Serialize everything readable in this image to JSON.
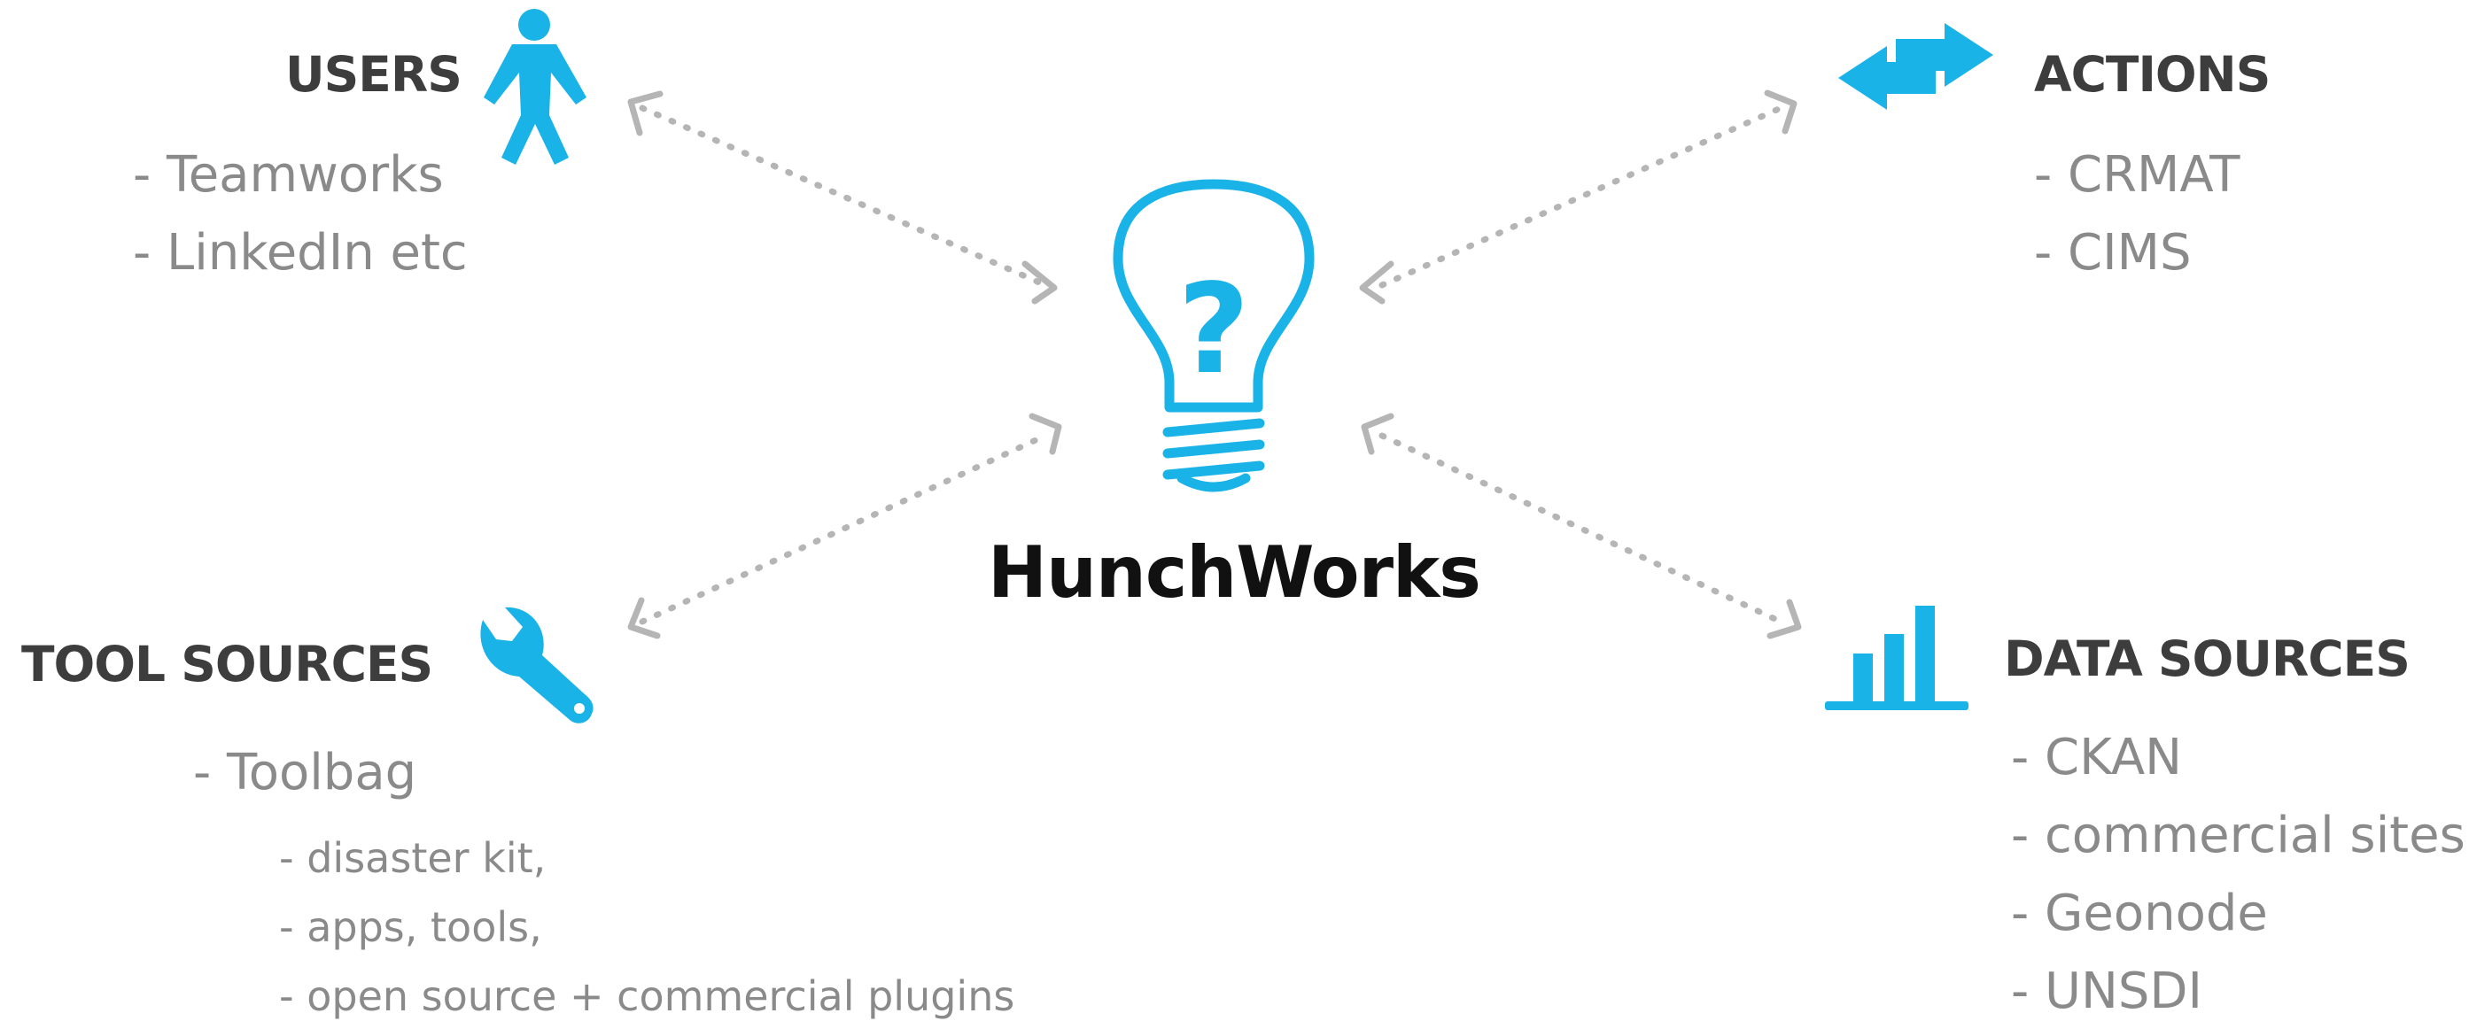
{
  "center": {
    "title": "HunchWorks",
    "icon": "lightbulb-question-icon"
  },
  "colors": {
    "accent": "#1ab3e8",
    "heading": "#3d3d3d",
    "item": "#8a8a8a",
    "arrow": "#b5b5b5",
    "title": "#111111"
  },
  "users": {
    "heading": "USERS",
    "icon": "person-icon",
    "items": [
      "- Teamworks",
      "- LinkedIn etc"
    ]
  },
  "actions": {
    "heading": "ACTIONS",
    "icon": "exchange-arrows-icon",
    "items": [
      "- CRMAT",
      "- CIMS"
    ]
  },
  "tool_sources": {
    "heading": "TOOL SOURCES",
    "icon": "wrench-icon",
    "items": [
      "- Toolbag"
    ],
    "subitems": [
      "- disaster kit,",
      "- apps, tools,",
      "- open source + commercial  plugins"
    ]
  },
  "data_sources": {
    "heading": "DATA SOURCES",
    "icon": "bar-chart-icon",
    "items": [
      "- CKAN",
      "- commercial sites",
      "- Geonode",
      "- UNSDI"
    ]
  }
}
